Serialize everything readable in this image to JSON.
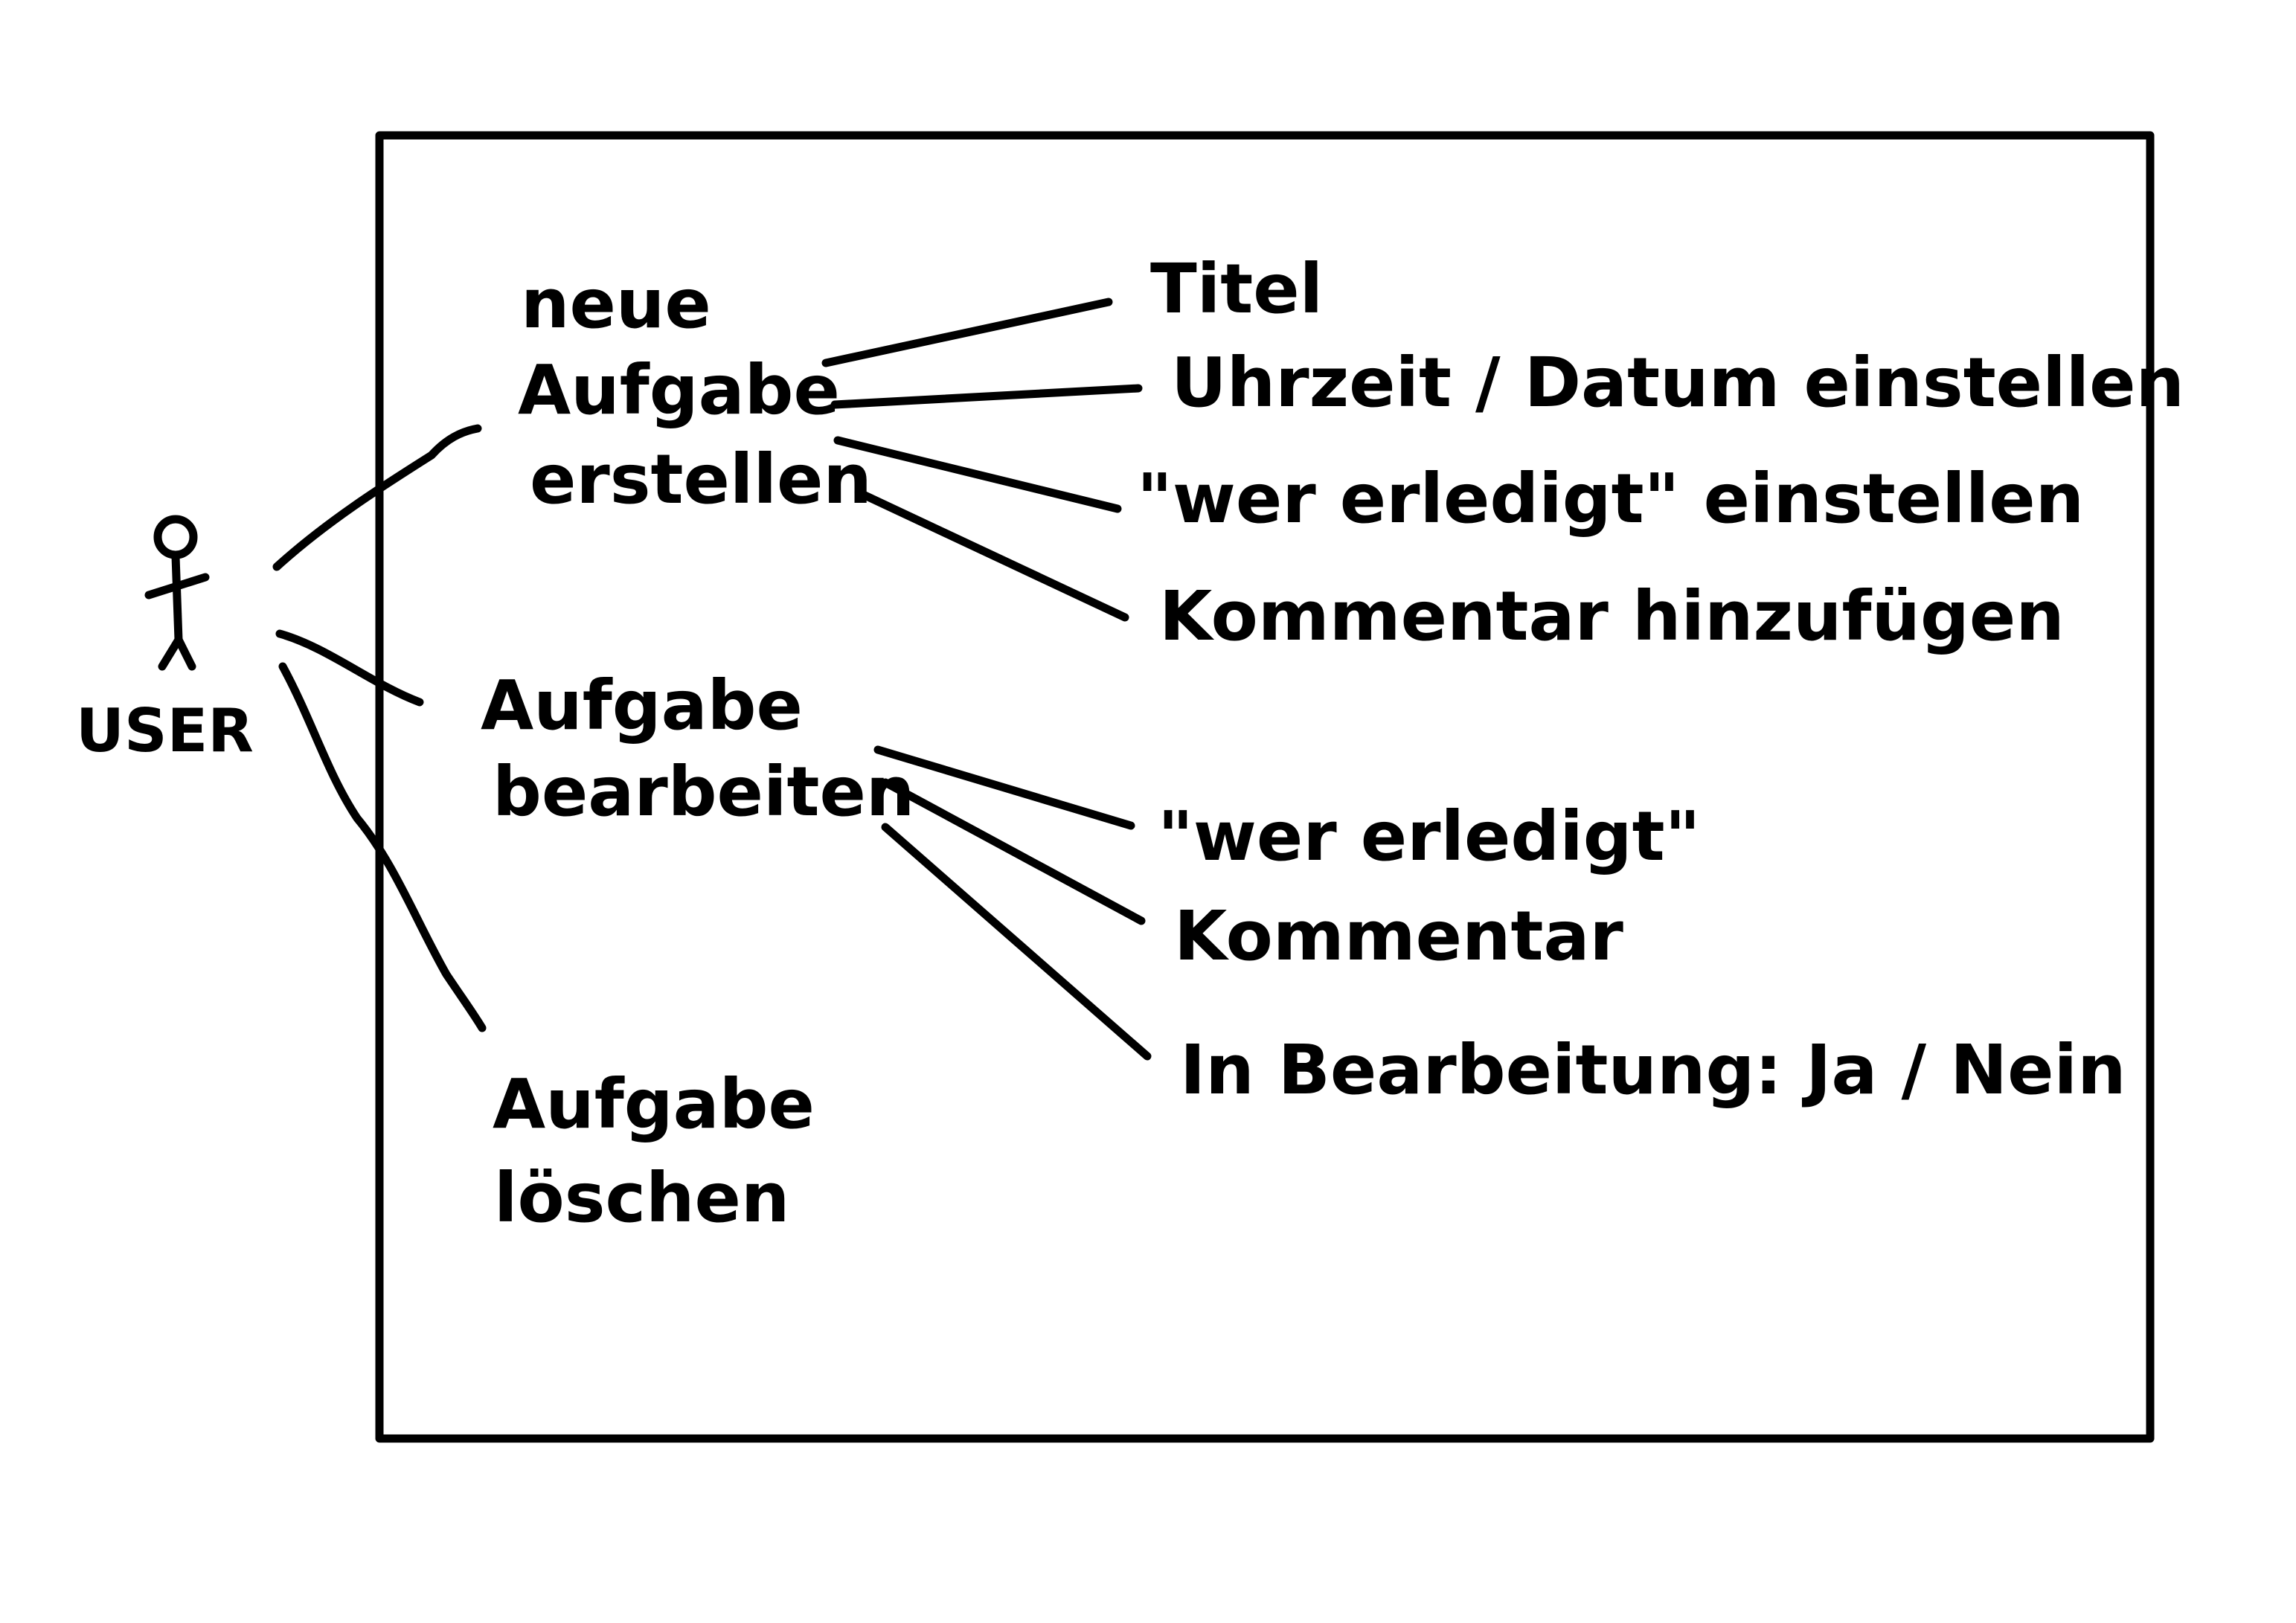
{
  "actor": {
    "label": "USER"
  },
  "use_cases": [
    {
      "lines": [
        "neue",
        "Aufgabe",
        "erstellen"
      ],
      "details": [
        "Titel",
        "Uhrzeit / Datum einstellen",
        "\"wer erledigt\" einstellen",
        "Kommentar hinzufügen"
      ]
    },
    {
      "lines": [
        "Aufgabe",
        "bearbeiten"
      ],
      "details": [
        "\"wer erledigt\"",
        "Kommentar",
        "In Bearbeitung: Ja / Nein"
      ]
    },
    {
      "lines": [
        "Aufgabe",
        "löschen"
      ],
      "details": []
    }
  ],
  "colors": {
    "ink": "#000000",
    "background": "#ffffff"
  }
}
